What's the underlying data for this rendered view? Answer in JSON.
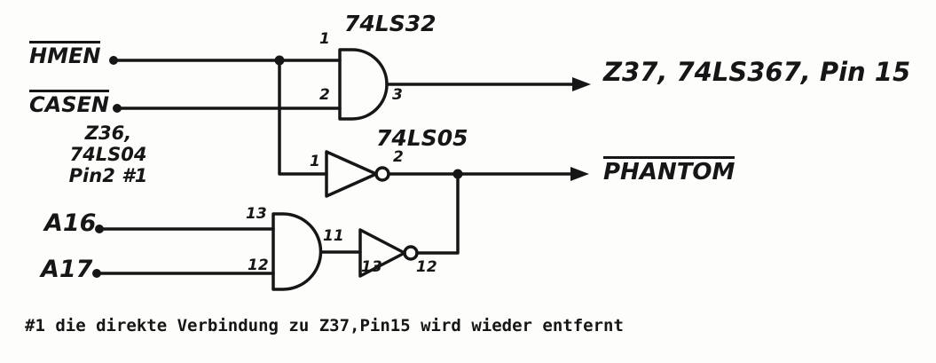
{
  "diagram": {
    "ink_color": "#161616",
    "signals": {
      "hmen": "HMEN",
      "casen": "CASEN",
      "a16": "A16",
      "a17": "A17"
    },
    "chips": {
      "or_gate": "74LS32",
      "inverter": "74LS05"
    },
    "note": {
      "line1": "Z36,",
      "line2": "74LS04",
      "line3": "Pin2 #1"
    },
    "outputs": {
      "z37": "Z37, 74LS367, Pin 15",
      "phantom": "PHANTOM"
    },
    "pins": {
      "or_in1": "1",
      "or_in2": "2",
      "or_out": "3",
      "inv1_in": "1",
      "inv1_out": "2",
      "and_in1": "13",
      "and_in2": "12",
      "and_out": "11",
      "inv2_in": "13",
      "inv2_out": "12"
    },
    "footnote": "#1 die direkte Verbindung zu Z37,Pin15 wird wieder entfernt"
  }
}
